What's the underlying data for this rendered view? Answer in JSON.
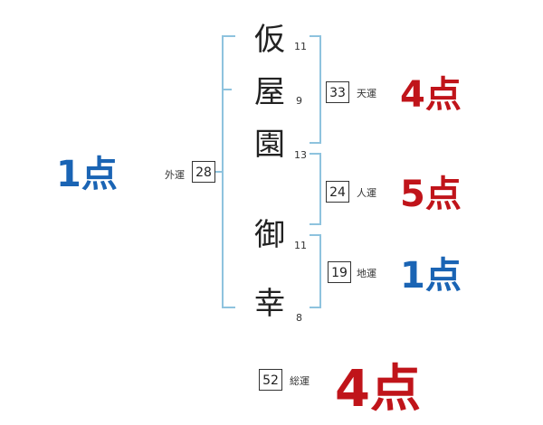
{
  "colors": {
    "bracket": "#8ec3de",
    "red": "#c0141a",
    "blue": "#1a64b4"
  },
  "name_chars": [
    {
      "char": "仮",
      "strokes": "11"
    },
    {
      "char": "屋",
      "strokes": "9"
    },
    {
      "char": "園",
      "strokes": "13"
    },
    {
      "char": "御",
      "strokes": "11"
    },
    {
      "char": "幸",
      "strokes": "8"
    }
  ],
  "gaiun": {
    "value": "28",
    "label": "外運",
    "score": "1点"
  },
  "tenun": {
    "value": "33",
    "label": "天運",
    "score": "4点"
  },
  "jinun": {
    "value": "24",
    "label": "人運",
    "score": "5点"
  },
  "chiun": {
    "value": "19",
    "label": "地運",
    "score": "1点"
  },
  "souun": {
    "value": "52",
    "label": "総運",
    "score": "4点"
  }
}
